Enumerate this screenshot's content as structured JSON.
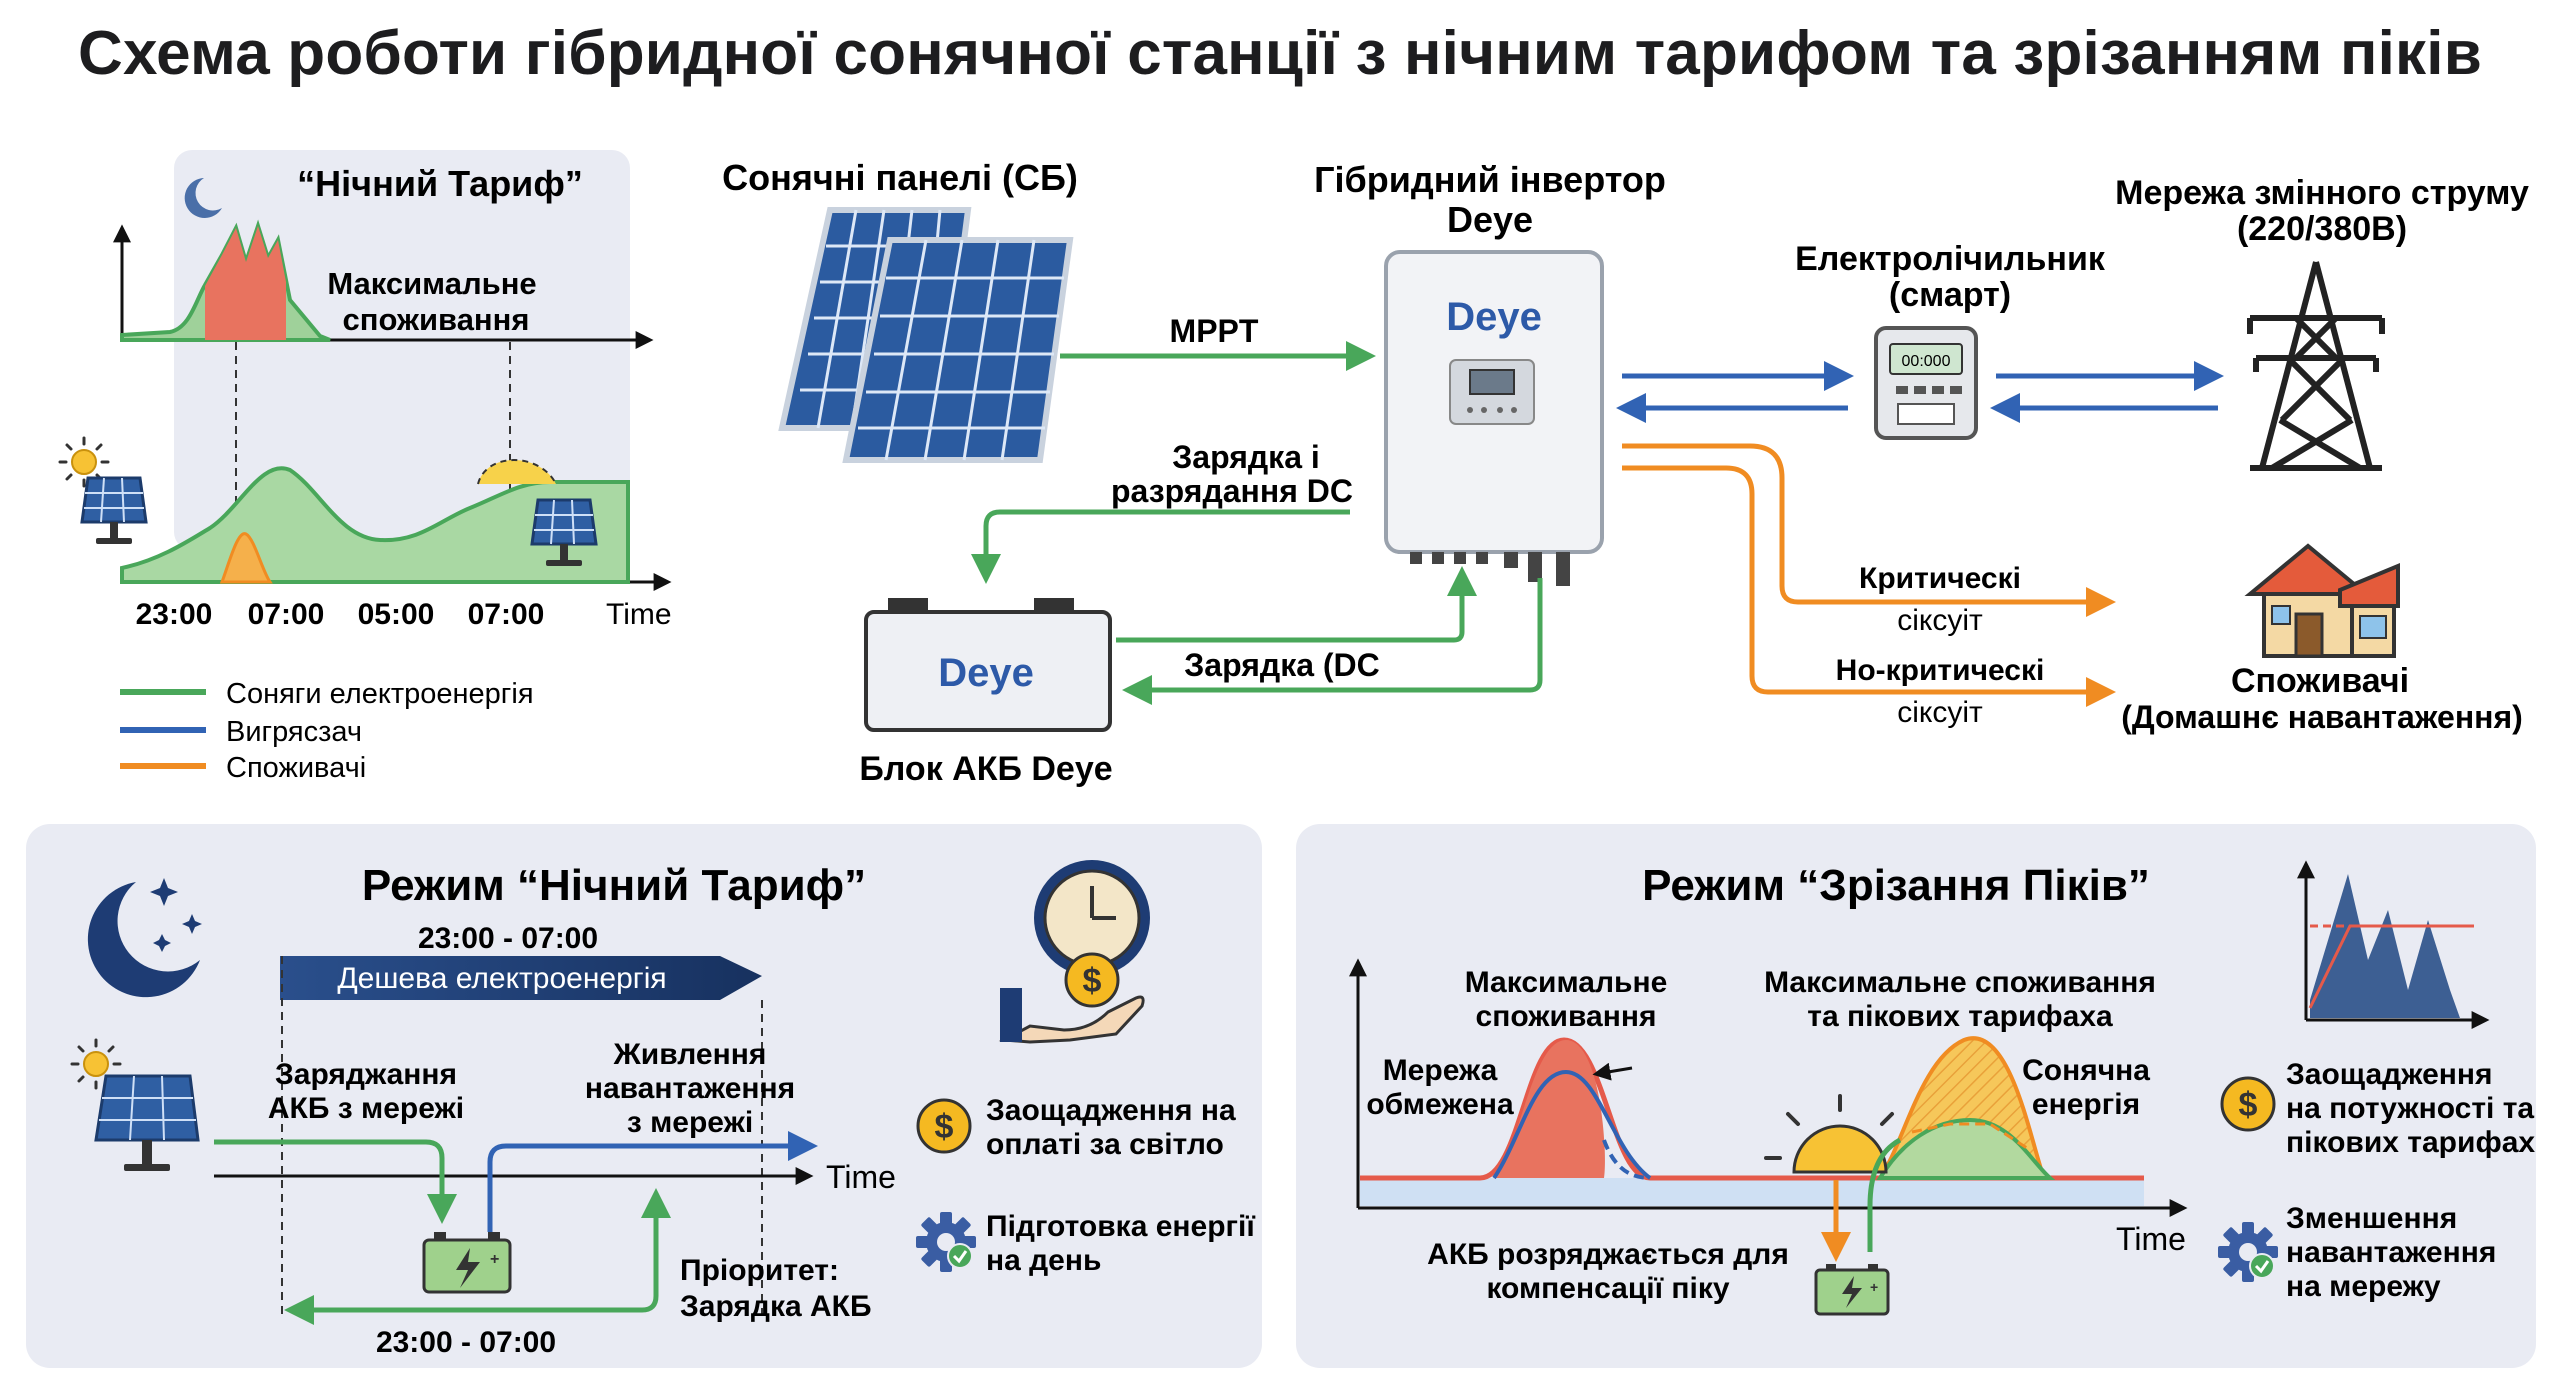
{
  "title": "Схема роботи гібридної сонячної станції з нічним тарифом та зрізанням піків",
  "colors": {
    "solar": "#49a75a",
    "grid": "#3163b4",
    "load": "#f08c22",
    "peak_red": "#e55a4a",
    "panel_bg": "#e9ebf3",
    "navy": "#1e3c74"
  },
  "top_left": {
    "night_box_title": "“Нічний Тариф”",
    "max_label": [
      "Максимальне",
      "споживання"
    ],
    "time_ticks": [
      "23:00",
      "07:00",
      "05:00",
      "07:00"
    ],
    "time_axis_label": "Time",
    "legend": [
      {
        "label": "Соняги електроенергія",
        "color": "#49a75a"
      },
      {
        "label": "Вигрясзач",
        "color": "#3163b4"
      },
      {
        "label": "Споживачі",
        "color": "#f08c22"
      }
    ]
  },
  "system": {
    "solar_label": "Сонячні панелі (СБ)",
    "inverter_label": [
      "Гібридний інвертор",
      "Deye"
    ],
    "brand": "Deye",
    "meter_label": [
      "Електролічильник",
      "(смарт)"
    ],
    "meter_display": "00:000",
    "grid_label": [
      "Мережа змінного струму",
      "(220/380В)"
    ],
    "mppt_label": "MPPT",
    "dc_label": [
      "Зарядка і",
      "разрядання DC"
    ],
    "charge_label": "Зарядка (DC",
    "battery_label": "Блок АКБ Deye",
    "critical_label": [
      "Критическі",
      "сіксуіт"
    ],
    "noncritical_label": [
      "Но-критическі",
      "сіксуіт"
    ],
    "consumers_label": [
      "Споживачі",
      "(Домашнє навантаження)"
    ]
  },
  "night_mode": {
    "title": "Режим “Нічний Тариф”",
    "time_range": "23:00 - 07:00",
    "cheap_banner": "Дешева електроенергія",
    "charging_label": [
      "Заряджання",
      "АКБ з мережі"
    ],
    "supply_label": [
      "Живлення",
      "навантаження",
      "з мережі"
    ],
    "axis_label": "Time",
    "priority_label": [
      "Пріоритет:",
      "Зарядка АКБ"
    ],
    "bottom_range": "23:00 - 07:00",
    "benefits": [
      {
        "icon": "dollar-coin-icon",
        "text": [
          "Заощадження на",
          "оплаті за світло"
        ]
      },
      {
        "icon": "gear-icon",
        "text": [
          "Підготовка енергії",
          "на день"
        ]
      }
    ]
  },
  "peak_mode": {
    "title": "Режим “Зрізання Піків”",
    "max_label": [
      "Максимальне",
      "споживання"
    ],
    "grid_limited_label": [
      "Мережа",
      "обмежена"
    ],
    "max_tariff_label": [
      "Максимальне споживання",
      "та пікових тарифаха"
    ],
    "solar_label": [
      "Сонячна",
      "енергія"
    ],
    "axis_label": "Time",
    "battery_label": [
      "АКБ розряджається для",
      "компенсації піку"
    ],
    "benefits": [
      {
        "icon": "dollar-coin-icon",
        "text": [
          "Заощадження",
          "на потужності та",
          "пікових тарифах"
        ]
      },
      {
        "icon": "gear-icon",
        "text": [
          "Зменшення",
          "навантаження",
          "на мережу"
        ]
      }
    ]
  }
}
